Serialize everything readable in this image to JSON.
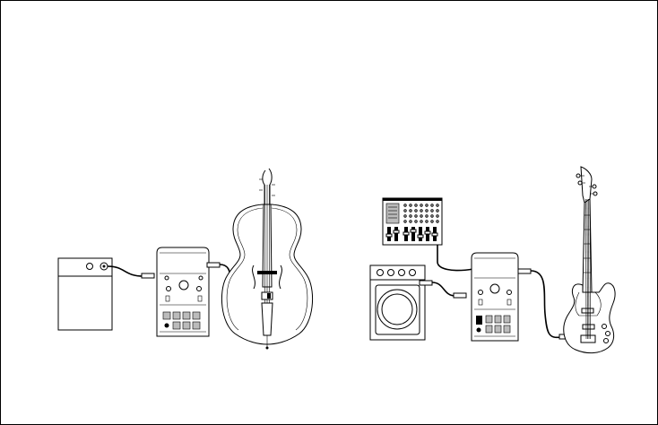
{
  "diagram": {
    "setups": [
      {
        "name": "setup-left",
        "devices": [
          "amplifier",
          "preamp-pedal",
          "upright-bass"
        ]
      },
      {
        "name": "setup-right",
        "devices": [
          "mixer",
          "bass-combo-amp",
          "preamp-pedal",
          "electric-bass"
        ]
      }
    ],
    "colors": {
      "line": "#000000",
      "background": "#ffffff"
    }
  }
}
